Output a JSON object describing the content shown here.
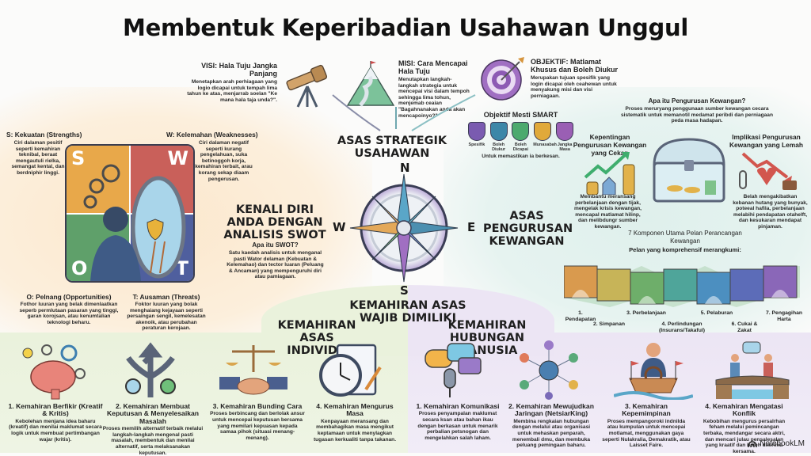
{
  "title": "Membentuk Keperibadian Usahawan Unggul",
  "compass": {
    "north": "N",
    "south": "S",
    "east": "E",
    "west": "W"
  },
  "strategy": {
    "heading": "ASAS STRATEGIK USAHAWAN",
    "visi": {
      "title": "VISI: Hala Tuju Jangka Panjang",
      "text": "Menetapkan arah perhiagaan yang logio dicapai untuk tempah lima tahun ke atas, menjarrab soelan \"Ke mana hala taja unda?\"."
    },
    "misi": {
      "title": "MISI: Cara Mencapai Hala Tuju",
      "text": "Menutapkan langkah-langkah strategia untuk mencepai visi dalam tempoh sehingga lima tohun, menjemab ceaian \"Bagahnanakan anda akan mencapoinyo?\""
    },
    "objektif": {
      "title": "OBJEKTIF: Matlamat Khusus dan Boleh Diukur",
      "text": "Merupakan tujuan spesifik yang login dicapai oleh ceahewan untuk menyakung misi dan visi perniagaan."
    },
    "smart": {
      "title": "Objektif Mesti SMART",
      "items": [
        "Spesifik",
        "Boleh Diukur",
        "Boleh Dicapai",
        "Munasabah",
        "Jangka Masa"
      ],
      "colors": [
        "#7a5bb0",
        "#3c87a8",
        "#4caa6e",
        "#e0a93a",
        "#9a5fb4"
      ],
      "footer": "Untuk memastikan ia berkesan."
    }
  },
  "swot": {
    "heading": "KENALI DIRI ANDA DENGAN ANALISIS SWOT",
    "what_title": "Apa itu SWOT?",
    "what_text": "Satu kaedah analisis untuk menganal pasti Wator delaman (Kebuatan & Kelemahao) dan tector luaran (Peluang & Ancaman) yang mempenguruhi diri atau pamiagaan.",
    "s": {
      "letter": "S",
      "title": "S: Kekuatan (Strengths)",
      "text": "Ciri dalaman pesitif seperti kemahiran teknibal, beraat mengautuli rielka, semangat kental, dan berdniphir linggi.",
      "color": "#e8a84a"
    },
    "w": {
      "letter": "W",
      "title": "W: Kelemahan (Weaknesses)",
      "text": "Ciri dalaman negatif seperti kurang pengelahuan, suka betinoggoh korja, kemahiran terbait, arau korang sekap diaam pengerusan.",
      "color": "#c9605a"
    },
    "o": {
      "letter": "O",
      "title": "O: Pelnang (Opportunities)",
      "text": "Fothor luuran yang belak dimenlaatkan seperb permlutaan pasaran yang tinggi, garan korojsan, atau kenumtalian teknologi beharu.",
      "color": "#5fa06a"
    },
    "t": {
      "letter": "T",
      "title": "T: Ausaman (Threats)",
      "text": "Foktor luuran yang bolak menghaiang kejayaan seperti persaingan sengil, kemelesatan akenoik, atau perubahan peraturan kerojaan.",
      "color": "#4f5f9e"
    }
  },
  "finance": {
    "heading": "ASAS PENGURUSAN KEWANGAN",
    "what_title": "Apa itu Pengurusan Kewangan?",
    "what_text": "Proses meruryang penggunaan sumber kewangan cecara sistematik untuk memanotil medamat peribdi dan perniagaan peda masa hadapan.",
    "good": {
      "title": "Kepentingan Pengurusan Kewangan yang Cekap",
      "text": "Membantu meransang perbelanjaan dengan tijak, mengelak krisis kewangan, mencapal matlamat hilinp, dan melibdungr sumber kewangan."
    },
    "bad": {
      "title": "Implikasi Pengurusan Kewangan yang Lemah",
      "text": "Belah mengakibatkan kebanan hutang yang bunyak, poteeal hafila, perbelanjaan melabihi pendapatan otahelft, dan kesukaran mendapat pinjaman."
    },
    "components_title": "7 Komponen Utama Pelan Perancangan Kewangan",
    "components_sub": "Pelan yang komprehensif merangkumi:",
    "components": [
      {
        "label": "1. Pendapatan",
        "color": "#d99a4e"
      },
      {
        "label": "2. Simpanan",
        "color": "#c7b458"
      },
      {
        "label": "3. Perbelanjaan",
        "color": "#6eae6a"
      },
      {
        "label": "4. Perlindungan (Insurans/Takaful)",
        "color": "#4fa59a"
      },
      {
        "label": "5. Pelaburan",
        "color": "#4c8fc0"
      },
      {
        "label": "6. Cukai & Zakat",
        "color": "#5c6cb8"
      },
      {
        "label": "7. Pengagihan Harta",
        "color": "#8a67b8"
      }
    ]
  },
  "basic_skills": {
    "heading": "KEMAHIRAN ASAS WAJIB DIMILIKI",
    "individual": {
      "heading": "KEMAHIRAN ASAS INDIVIDU",
      "items": [
        {
          "title": "1. Kemahiran Berfikir (Kreatif & Kritis)",
          "text": "Kebolehan menjana idea baharu (kreatif) dan menilai maklumat secara logik untuk membuat pertimbangan wajar (kritis)."
        },
        {
          "title": "2. Kemahiran Membuat Keputusan & Menyelesaikan Masalah",
          "text": "Proses memilih alternatif terbaik melalui langkah-langkah mengenal pasti masalah, membentuk dan menilai alternatif, serta melaksanakan keputusan."
        },
        {
          "title": "3. Kemahiran Bunding Cara",
          "text": "Proses berbincang dan berlolak ansur untuk mencepai keputusan bersama yang memilari kepuasan kepada samaa pihok (situasi menang-menang)."
        },
        {
          "title": "4. Kemahiran Mengurus Masa",
          "text": "Kenpayaan meransang dan membahagikan masa mengikut keptamaan untuk menylagkan tugasan kerkualiti tanpa takanan."
        }
      ]
    },
    "human": {
      "heading": "KEMAHIRAN HUBUNGAN MANUSIA",
      "items": [
        {
          "title": "1. Kemahiran Komunikasi",
          "text": "Proses penyampalan maklumat secara ksan atau bahan ikau dengan berkasan untuk menarik perbalian petsnogan dan mengelahkan salah laham."
        },
        {
          "title": "2. Kemahiran Mewujudkan Jaringan (NetsiarKing)",
          "text": "Membina rengkaian hubungan dengan melalui atau organisasi untuk mehaskan penparah, menembali dmu, dan membuka peluang pemingaan baharu."
        },
        {
          "title": "3. Kemahiran Kepemimpinan",
          "text": "Proses mempangoroki indnilda atau kumpulan untuk mencepai motlamat, menggunakan gaya seperti Nulakralia, Demakratik, atau Laisset Faire."
        },
        {
          "title": "4. Kemahiran Mengatasi Konflik",
          "text": "Kebobihan mengurus persalrhan feham melalui pemincangan terbaka, mendangar secara aktri, dan mencari julau pensalesalan yang kraatif dan boleh diterima kersama."
        }
      ]
    }
  },
  "brand": "NotebookLM"
}
